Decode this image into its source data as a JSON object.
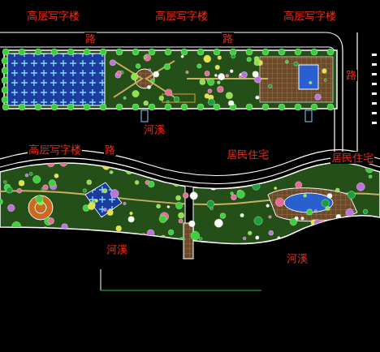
{
  "diagram": {
    "labels": [
      "高层写字楼",
      "高层写字楼",
      "高层写字楼",
      "路",
      "路",
      "路",
      "河溪",
      "高层写字楼",
      "路",
      "居民住宅",
      "居民住宅",
      "河溪",
      "河溪"
    ]
  }
}
